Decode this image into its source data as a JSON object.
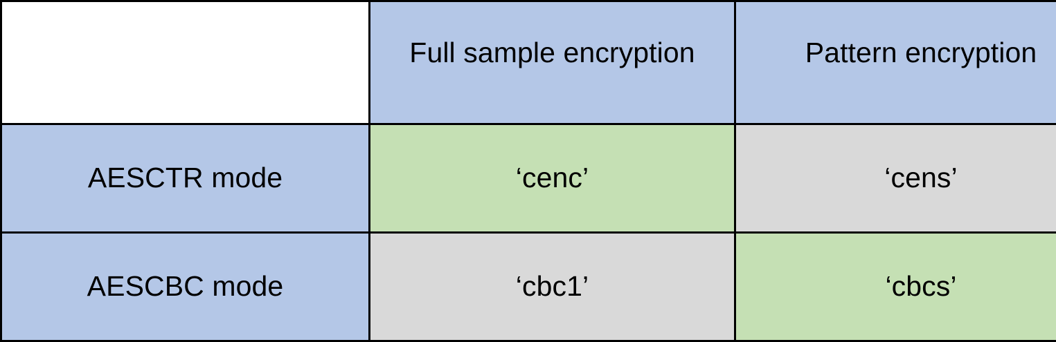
{
  "table": {
    "corner_label": "",
    "column_headers": [
      {
        "id": "full-sample-encryption",
        "label": "Full sample encryption"
      },
      {
        "id": "pattern-encryption",
        "label": "Pattern encryption"
      }
    ],
    "rows": [
      {
        "id": "aesctr-mode",
        "label": "AESCTR mode",
        "cells": [
          {
            "id": "cenc",
            "value": "‘cenc’",
            "fill": "green"
          },
          {
            "id": "cens",
            "value": "‘cens’",
            "fill": "gray"
          }
        ]
      },
      {
        "id": "aescbc-mode",
        "label": "AESCBC mode",
        "cells": [
          {
            "id": "cbc1",
            "value": "‘cbc1’",
            "fill": "gray"
          },
          {
            "id": "cbcs",
            "value": "‘cbcs’",
            "fill": "green"
          }
        ]
      }
    ],
    "colors": {
      "header_fill": "#b4c7e7",
      "row_label_fill": "#b4c7e7",
      "highlight_fill": "#c5e0b4",
      "neutral_fill": "#d9d9d9",
      "border": "#000000",
      "text": "#000000",
      "background": "#ffffff"
    }
  }
}
